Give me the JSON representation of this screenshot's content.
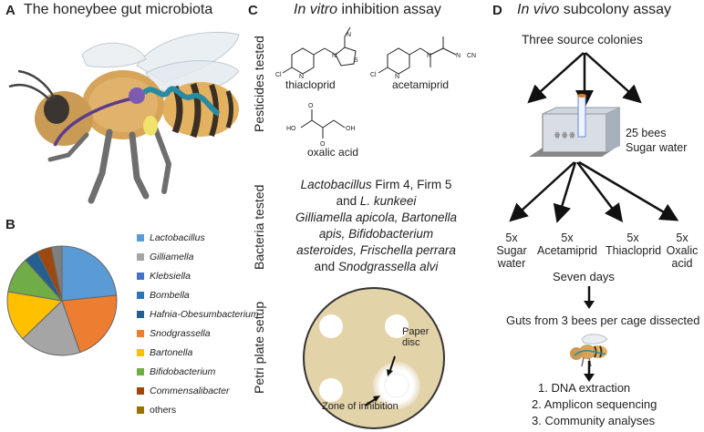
{
  "panelA": {
    "letter": "A",
    "title": "The honeybee gut microbiota"
  },
  "panelB": {
    "letter": "B",
    "legend": [
      {
        "name": "Lactobacillus",
        "color": "#5B9BD5"
      },
      {
        "name": "Gilliamella",
        "color": "#A5A5A5"
      },
      {
        "name": "Klebsiella",
        "color": "#4472C4"
      },
      {
        "name": "Bombella",
        "color": "#2E75B6"
      },
      {
        "name": "Hafnia-Obesumbacterium",
        "color": "#255E91"
      },
      {
        "name": "Snodgrassella",
        "color": "#ED7D31"
      },
      {
        "name": "Bartonella",
        "color": "#FFC000"
      },
      {
        "name": "Bifidobacterium",
        "color": "#70AD47"
      },
      {
        "name": "Commensalibacter",
        "color": "#9E480E"
      },
      {
        "name": "others",
        "color": "#997300"
      }
    ]
  },
  "chart_data": {
    "type": "pie",
    "categories": [
      "Lactobacillus",
      "Snodgrassella",
      "Gilliamella",
      "Bartonella",
      "Bifidobacterium",
      "Klebsiella",
      "Commensalibacter",
      "others"
    ],
    "values": [
      22,
      20,
      17,
      14,
      10,
      4,
      4,
      3
    ],
    "colors": [
      "#5B9BD5",
      "#ED7D31",
      "#A5A5A5",
      "#FFC000",
      "#70AD47",
      "#255E91",
      "#9E480E",
      "#7F7F7F"
    ]
  },
  "panelC": {
    "letter": "C",
    "title_italic": "In vitro",
    "title_rest": " inhibition assay",
    "pesticides_label": "Pesticides tested",
    "bacteria_label": "Bacteria tested",
    "petri_label": "Petri plate setup",
    "thiacloprid": "thiacloprid",
    "acetamiprid": "acetamiprid",
    "oxalic": "oxalic acid",
    "bacteria_lines": [
      {
        "i": "Lactobacillus",
        "r": " Firm 4, Firm 5"
      },
      {
        "r": "and ",
        "i": "L. kunkeei"
      },
      {
        "i": "Gilliamella apicola, Bartonella"
      },
      {
        "i": "apis, Bifidobacterium"
      },
      {
        "i": "asteroides, Frischella perrara"
      },
      {
        "r": "and ",
        "i": "Snodgrassella alvi"
      }
    ],
    "paper_disc": "Paper\ndisc",
    "zone": "Zone of inhibition",
    "atoms": {
      "N": "N",
      "S": "S",
      "Cl": "Cl",
      "CN": "CN",
      "O": "O",
      "OH": "OH",
      "HO": "HO"
    }
  },
  "panelD": {
    "letter": "D",
    "title_italic": "In vivo",
    "title_rest": " subcolony assay",
    "source": "Three source colonies",
    "cage_bees": "25 bees",
    "cage_water": "Sugar water",
    "treatments": [
      {
        "n": "5x",
        "t": "Sugar\nwater"
      },
      {
        "n": "5x",
        "t": "Acetamiprid"
      },
      {
        "n": "5x",
        "t": "Thiacloprid"
      },
      {
        "n": "5x",
        "t": "Oxalic\nacid"
      }
    ],
    "seven_days": "Seven days",
    "guts": "Guts from 3 bees per cage dissected",
    "steps": [
      "1. DNA extraction",
      "2. Amplicon sequencing",
      "3. Community analyses"
    ]
  }
}
